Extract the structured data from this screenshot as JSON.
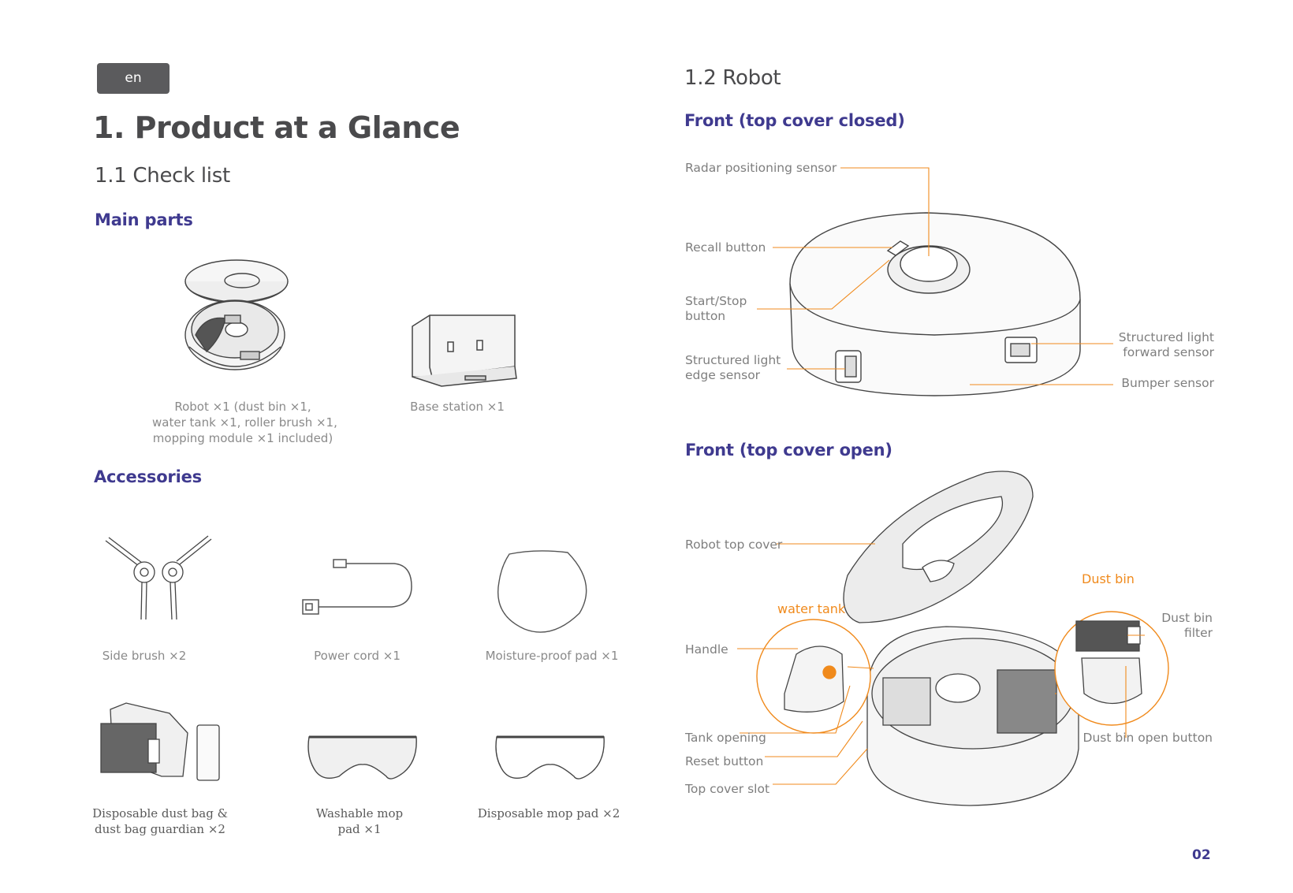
{
  "header": {
    "lang_badge": "en"
  },
  "left": {
    "title": "1. Product at a Glance",
    "section": "1.1 Check list",
    "main_parts": {
      "heading": "Main parts",
      "robot_caption": [
        "Robot ×1 (dust bin ×1,",
        "water tank ×1, roller brush ×1,",
        "mopping module ×1 included)"
      ],
      "base_caption": "Base station ×1"
    },
    "accessories": {
      "heading": "Accessories",
      "items": [
        {
          "label": "Side brush ×2"
        },
        {
          "label": "Power cord ×1"
        },
        {
          "label": "Moisture-proof pad ×1"
        },
        {
          "label": [
            "Disposable dust bag &",
            "dust bag guardian ×2"
          ]
        },
        {
          "label": [
            "Washable mop",
            "pad ×1"
          ]
        },
        {
          "label": "Disposable mop pad ×2"
        }
      ]
    }
  },
  "right": {
    "section": "1.2 Robot",
    "closed": {
      "heading": "Front (top cover closed)",
      "labels": {
        "radar": "Radar positioning sensor",
        "recall": "Recall button",
        "start_stop": [
          "Start/Stop",
          "button"
        ],
        "edge_sensor": [
          "Structured light",
          "edge sensor"
        ],
        "forward_sensor": [
          "Structured light",
          "forward sensor"
        ],
        "bumper": "Bumper sensor"
      }
    },
    "open": {
      "heading": "Front (top cover open)",
      "labels": {
        "top_cover": "Robot top cover",
        "dust_bin": "Dust bin",
        "water_tank": "water tank",
        "handle": "Handle",
        "dust_bin_filter": [
          "Dust bin",
          "filter"
        ],
        "tank_opening": "Tank opening",
        "dust_bin_open": "Dust bin open button",
        "reset": "Reset button",
        "top_cover_slot": "Top cover slot"
      }
    }
  },
  "footer": {
    "page_number": "02"
  },
  "colors": {
    "accent": "#3f3a8f",
    "orange": "#f08a1c",
    "badge": "#5b5b5d"
  }
}
